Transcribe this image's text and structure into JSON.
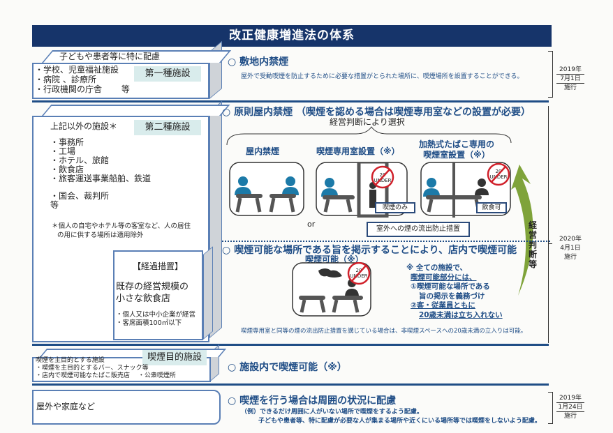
{
  "title": "改正健康増進法の体系",
  "sec1": {
    "top_label": "子どもや患者等に特に配慮",
    "items": [
      "・学校、児童福祉施設",
      "・病院 、診療所",
      "・行政機関の庁舎　　 等"
    ],
    "tag": "第一種施設",
    "heading": "○ 敷地内禁煙",
    "body": "屋外で受動喫煙を防止するために必要な措置がとられた場所に、喫煙場所を設置することができる。",
    "date": [
      "2019年",
      "7月1日",
      "施行"
    ]
  },
  "sec2": {
    "intro": "上記以外の施設＊",
    "tag": "第二種施設",
    "items": [
      "・事務所",
      "・工場",
      "・ホテル、旅館",
      "・飲食店",
      "・旅客運送事業船舶、鉄道"
    ],
    "items2": [
      "・国会、裁判所",
      "等"
    ],
    "footnote": [
      "＊個人の自宅やホテル等の客室など、人の居住",
      "の用に供する場所は適用除外"
    ],
    "heading": "○ 原則屋内禁煙 （喫煙を認める場合は喫煙専用室などの設置が必要）",
    "choice": "経営判断により選択",
    "options": [
      "屋内禁煙",
      "喫煙専用室設置（※）",
      "加熱式たばこ専用の",
      "喫煙室設置（※）"
    ],
    "smoking_only": "喫煙のみ",
    "food_ok": "飲食可",
    "or": "or",
    "measure": "室外への煙の流出防止措置",
    "sign_text": [
      "20",
      "UNDER"
    ],
    "arrow_label": "経営判断等",
    "date": [
      "2020年",
      "4月1日",
      "施行"
    ]
  },
  "transition": {
    "label": "【経過措置】",
    "title": [
      "既存の経営規模の",
      "小さな飲食店"
    ],
    "items": [
      "・個人又は中小企業が経営",
      "・客席面積100㎡以下"
    ],
    "heading": "○ 喫煙可能な場所である旨を掲示することにより、店内で喫煙可能",
    "sub": "喫煙可能（※）",
    "note": [
      "※ 全ての施設で、",
      "喫煙可能部分には、",
      "①喫煙可能な場所である",
      "旨の掲示を義務づけ",
      "②客・従業員ともに",
      "20歳未満は立ち入れない"
    ],
    "footer": "喫煙専用室と同等の煙の流出防止措置を講じている場合は、非喫煙スペースへの20歳未満の立入りは可能。"
  },
  "sec3": {
    "intro": "喫煙を主目的とする施設",
    "tag": "喫煙目的施設",
    "items": [
      "・喫煙を主目的とするバー、スナック等",
      "・店内で喫煙可能なたばこ販売店　 ・公衆喫煙所"
    ],
    "heading": "○ 施設内で喫煙可能（※）"
  },
  "sec4": {
    "label": "屋外や家庭など",
    "heading": "○ 喫煙を行う場合は周囲の状況に配慮",
    "ex1": "（例）できるだけ周囲に人がいない場所で喫煙をするよう配慮。",
    "ex2": "子どもや患者等、特に配慮が必要な人が集まる場所や近くにいる場所等では喫煙をしないよう配慮。",
    "date": [
      "2019年",
      "1月24日",
      "施行"
    ]
  },
  "colors": {
    "navy": "#16346a",
    "heading_blue": "#1f4d86",
    "tag_bg": "#d9ecec",
    "arrow_green": "#7fa33a",
    "prohibit_red": "#d0202a",
    "person_blue": "#1c7aa8"
  }
}
